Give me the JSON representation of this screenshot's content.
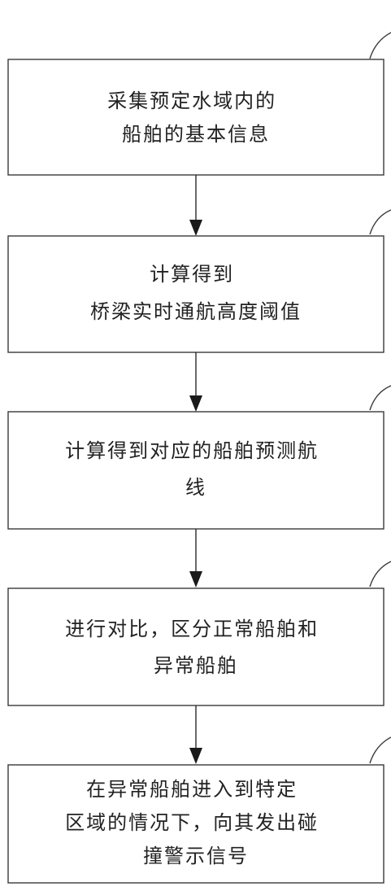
{
  "flowchart": {
    "steps": [
      {
        "lines": [
          "采集预定水域内的",
          "船舶的基本信息"
        ]
      },
      {
        "lines": [
          "计算得到",
          "桥梁实时通航高度阈值"
        ]
      },
      {
        "lines": [
          "计算得到对应的船舶预测航",
          "线"
        ]
      },
      {
        "lines": [
          "进行对比，区分正常船舶和",
          "异常船舶"
        ]
      },
      {
        "lines": [
          "在异常船舶进入到特定",
          "区域的情况下，向其发出碰",
          "撞警示信号"
        ]
      }
    ]
  }
}
